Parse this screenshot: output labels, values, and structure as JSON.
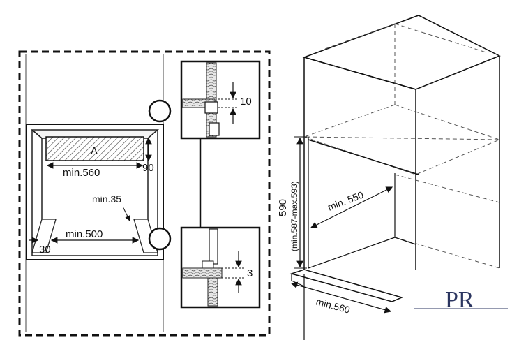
{
  "left_panel": {
    "dim_A": "A",
    "dim_min560": "min.560",
    "dim_90": "90",
    "dim_min35": "min.35",
    "dim_min500": "min.500",
    "dim_30": "30",
    "detail_top_dim": "10",
    "detail_bottom_dim": "3"
  },
  "right_panel": {
    "dim_590": "590",
    "dim_range": "(min.587-max.593)",
    "dim_min550": "min. 550",
    "dim_min560": "min.560"
  },
  "logo": {
    "letters": "PR",
    "color": "#2b3560"
  }
}
